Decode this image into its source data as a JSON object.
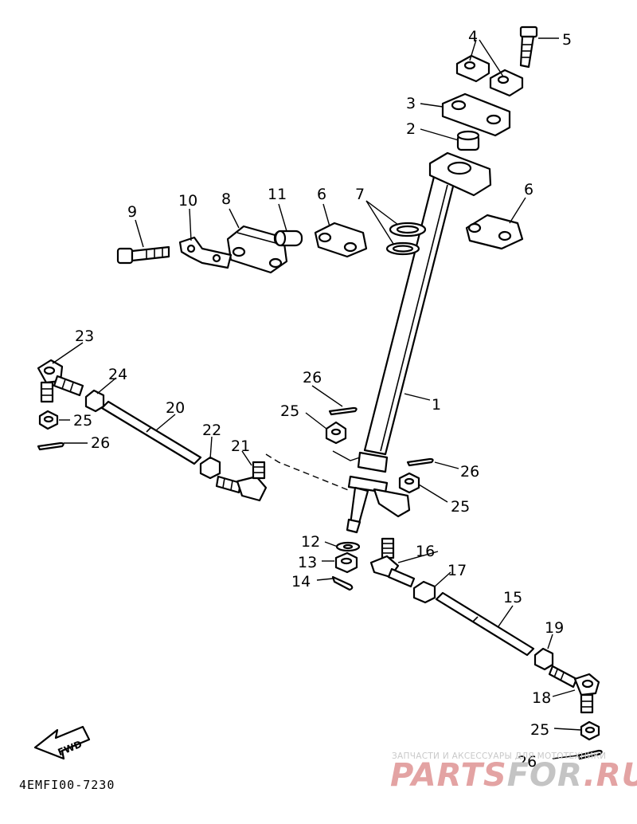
{
  "callouts": {
    "p1": "1",
    "p2": "2",
    "p3": "3",
    "p4": "4",
    "p5": "5",
    "p6a": "6",
    "p6b": "6",
    "p7": "7",
    "p8": "8",
    "p9": "9",
    "p10": "10",
    "p11": "11",
    "p12": "12",
    "p13": "13",
    "p14": "14",
    "p15": "15",
    "p16": "16",
    "p17": "17",
    "p18": "18",
    "p19": "19",
    "p20": "20",
    "p21": "21",
    "p22": "22",
    "p23": "23",
    "p24": "24",
    "p25a": "25",
    "p25b": "25",
    "p25c": "25",
    "p25d": "25",
    "p26a": "26",
    "p26b": "26",
    "p26c": "26",
    "p26d": "26"
  },
  "fwd_label": "FWD",
  "diagram_code": "4EMFI00-7230",
  "watermark": {
    "caption": "ЗАПЧАСТИ И АКСЕССУАРЫ ДЛЯ МОТОТЕХНИКИ",
    "brand_part1": "PARTS",
    "brand_part2": "FOR",
    "brand_part3": ".RU",
    "color_red": "#e3a3a3",
    "color_grey": "#c4c4c4"
  }
}
